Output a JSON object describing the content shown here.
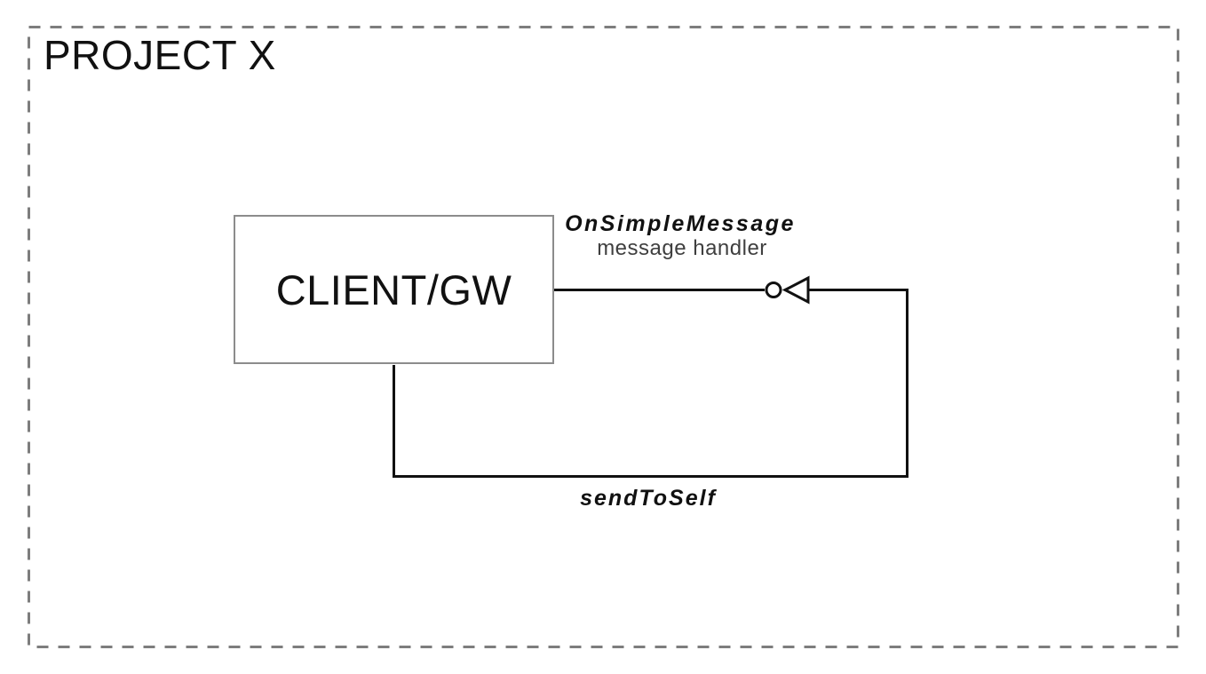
{
  "diagram": {
    "title": "PROJECT X",
    "node": {
      "label": "CLIENT/GW"
    },
    "message": {
      "handler_name": "OnSimpleMessage",
      "handler_desc": "message handler"
    },
    "loop_label": "sendToSelf",
    "icons": {
      "lollipop": "interface-socket-circle",
      "arrowhead": "open-triangle-left-arrow"
    },
    "colors": {
      "background": "#ffffff",
      "frame_border": "#7d7d7d",
      "node_border": "#8c8c8c",
      "line": "#111111",
      "text": "#111111",
      "desc_text": "#3f3f3f"
    }
  }
}
